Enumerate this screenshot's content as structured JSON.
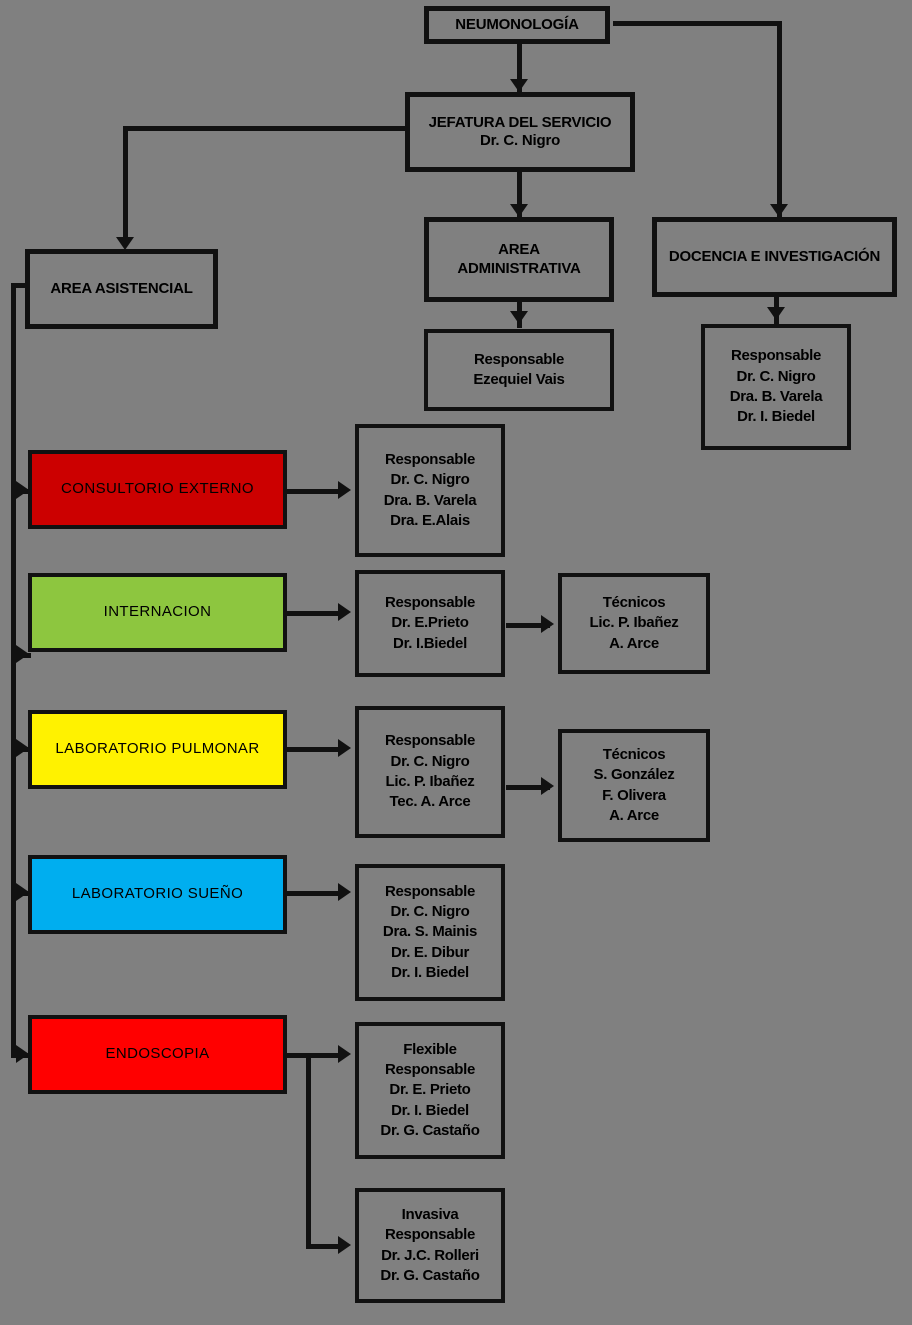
{
  "diagram": {
    "title": "Organigrama Neumonología",
    "background_color": "#808080",
    "line_color": "#111111"
  },
  "root": {
    "label": "NEUMONOLOGÍA"
  },
  "jefatura": {
    "title": "JEFATURA DEL SERVICIO",
    "person": "Dr. C. Nigro"
  },
  "areas": {
    "asistencial": {
      "label": "AREA ASISTENCIAL"
    },
    "administrativa": {
      "line1": "AREA",
      "line2": "ADMINISTRATIVA"
    },
    "docencia": {
      "label": "DOCENCIA E INVESTIGACIÓN"
    }
  },
  "administrativa_staff": {
    "heading": "Responsable",
    "people": [
      "Ezequiel Vais"
    ]
  },
  "docencia_staff": {
    "heading": "Responsable",
    "people": [
      "Dr. C. Nigro",
      "Dra. B. Varela",
      "Dr. I. Biedel"
    ]
  },
  "services": [
    {
      "label": "CONSULTORIO EXTERNO",
      "color": "#CC0000",
      "staff": {
        "heading": "Responsable",
        "people": [
          "Dr. C. Nigro",
          "Dra. B. Varela",
          "Dra. E.Alais"
        ]
      },
      "tecnicos": null
    },
    {
      "label": "INTERNACION",
      "color": "#8DC63F",
      "staff": {
        "heading": "Responsable",
        "people": [
          "Dr. E.Prieto",
          "Dr. I.Biedel"
        ]
      },
      "tecnicos": {
        "heading": "Técnicos",
        "people": [
          "Lic. P. Ibañez",
          "A. Arce"
        ]
      }
    },
    {
      "label": "LABORATORIO PULMONAR",
      "color": "#FFF200",
      "staff": {
        "heading": "Responsable",
        "people": [
          "Dr. C. Nigro",
          "Lic. P. Ibañez",
          "Tec. A. Arce"
        ]
      },
      "tecnicos": {
        "heading": "Técnicos",
        "people": [
          "S. González",
          "F. Olivera",
          "A. Arce"
        ]
      }
    },
    {
      "label": "LABORATORIO SUEÑO",
      "color": "#00AEEF",
      "staff": {
        "heading": "Responsable",
        "people": [
          "Dr. C. Nigro",
          "Dra. S. Mainis",
          "Dr. E. Dibur",
          "Dr. I. Biedel"
        ]
      },
      "tecnicos": null
    },
    {
      "label": "ENDOSCOPIA",
      "color": "#FF0000",
      "staff": null,
      "tecnicos": null
    }
  ],
  "endoscopia_branches": [
    {
      "type": "Flexible",
      "heading": "Responsable",
      "people": [
        "Dr. E. Prieto",
        "Dr. I. Biedel",
        "Dr. G. Castaño"
      ]
    },
    {
      "type": "Invasiva",
      "heading": "Responsable",
      "people": [
        "Dr. J.C. Rolleri",
        "Dr. G. Castaño"
      ]
    }
  ]
}
